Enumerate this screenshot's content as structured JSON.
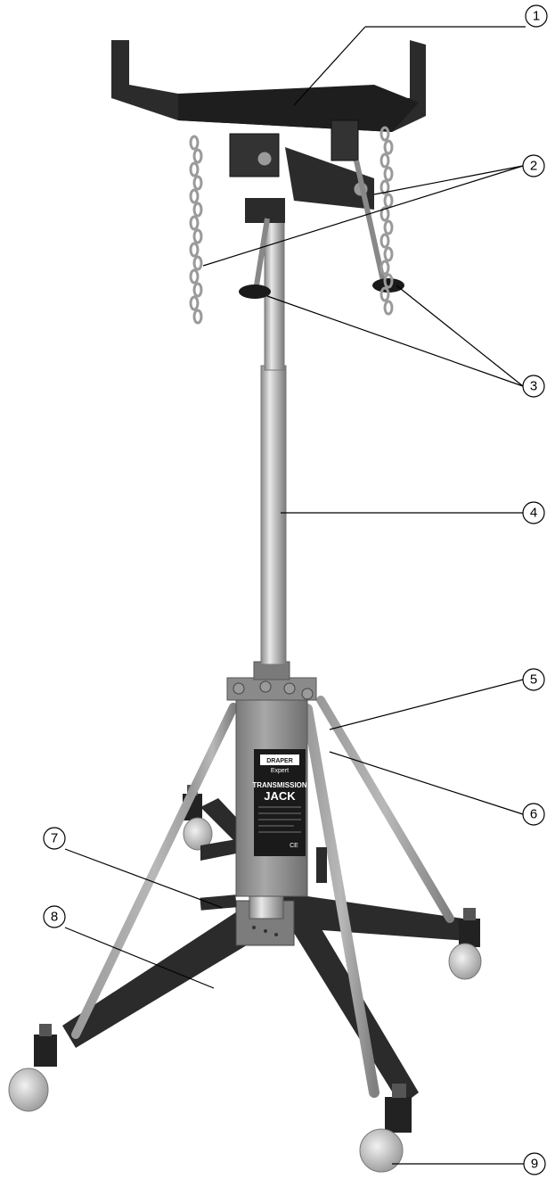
{
  "diagram": {
    "callouts": [
      "1",
      "2",
      "3",
      "4",
      "5",
      "6",
      "7",
      "8",
      "9"
    ]
  },
  "product_label": {
    "brand": "DRAPER",
    "sub_brand": "Expert",
    "line1": "TRANSMISSION",
    "line2": "JACK",
    "ce_mark": "CE"
  },
  "colors": {
    "leg_grey": "#8f8f8f",
    "base_black": "#2b2b2b",
    "chrome": "#c9c9c9",
    "label_bg": "#1a1a1a"
  }
}
